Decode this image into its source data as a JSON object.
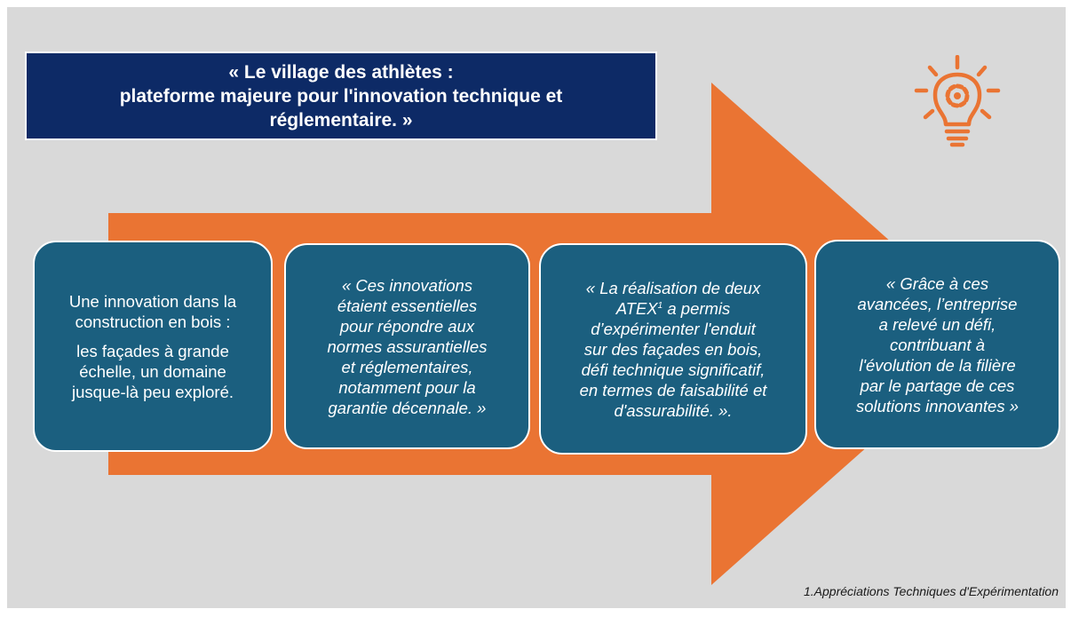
{
  "title": {
    "lines": [
      "« Le village des athlètes :",
      "plateforme majeure pour l'innovation technique et",
      "réglementaire. »"
    ]
  },
  "colors": {
    "background": "#d9d9d9",
    "arrow": "#ea7433",
    "title_box": "#0d2a66",
    "card": "#1b5f7f",
    "icon": "#ea7433"
  },
  "icon": "lightbulb-gear-icon",
  "cards": [
    {
      "para1": [
        "Une innovation dans la",
        "construction en bois :"
      ],
      "para2": [
        "les façades à grande",
        "échelle, un domaine",
        "jusque-là peu exploré."
      ]
    },
    {
      "lines": [
        "« Ces innovations",
        "étaient essentielles",
        "pour répondre aux",
        "normes assurantielles",
        "et réglementaires,",
        "notamment pour la",
        "garantie décennale. »"
      ]
    },
    {
      "line1": "« La réalisation de deux",
      "atex": "ATEX",
      "sup": "1",
      "atex_rest": " a permis",
      "lines": [
        "d’expérimenter l'enduit",
        "sur des façades en bois,",
        "défi technique significatif,",
        "en termes de faisabilité et",
        "d'assurabilité. »."
      ]
    },
    {
      "lines": [
        "« Grâce à ces",
        "avancées, l’entreprise",
        "a relevé un défi,",
        "contribuant à",
        "l'évolution de la filière",
        "par le partage de ces",
        "solutions innovantes »"
      ]
    }
  ],
  "footnote": "1.Appréciations Techniques d'Expérimentation"
}
